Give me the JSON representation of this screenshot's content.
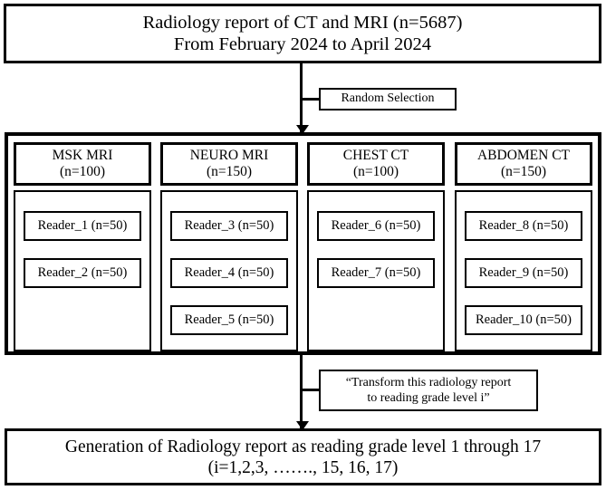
{
  "diagram": {
    "source": {
      "line1": "Radiology report of CT and MRI (n=5687)",
      "line2": "From February 2024 to April 2024"
    },
    "random_selection": {
      "label": "Random Selection"
    },
    "columns": [
      {
        "name": "MSK MRI",
        "count": "(n=100)",
        "readers": [
          "Reader_1 (n=50)",
          "Reader_2 (n=50)"
        ]
      },
      {
        "name": "NEURO MRI",
        "count": "(n=150)",
        "readers": [
          "Reader_3 (n=50)",
          "Reader_4 (n=50)",
          "Reader_5 (n=50)"
        ]
      },
      {
        "name": "CHEST CT",
        "count": "(n=100)",
        "readers": [
          "Reader_6 (n=50)",
          "Reader_7 (n=50)"
        ]
      },
      {
        "name": "ABDOMEN CT",
        "count": "(n=150)",
        "readers": [
          "Reader_8 (n=50)",
          "Reader_9 (n=50)",
          "Reader_10 (n=50)"
        ]
      }
    ],
    "transform_prompt": {
      "line1": "“Transform this radiology report",
      "line2": "to reading grade level i”"
    },
    "output": {
      "line1": "Generation of Radiology report as reading grade level 1 through 17",
      "line2": "(i=1,2,3, ……., 15, 16, 17)"
    }
  },
  "colors": {
    "stroke": "#000000",
    "background": "#ffffff",
    "text": "#000000"
  }
}
